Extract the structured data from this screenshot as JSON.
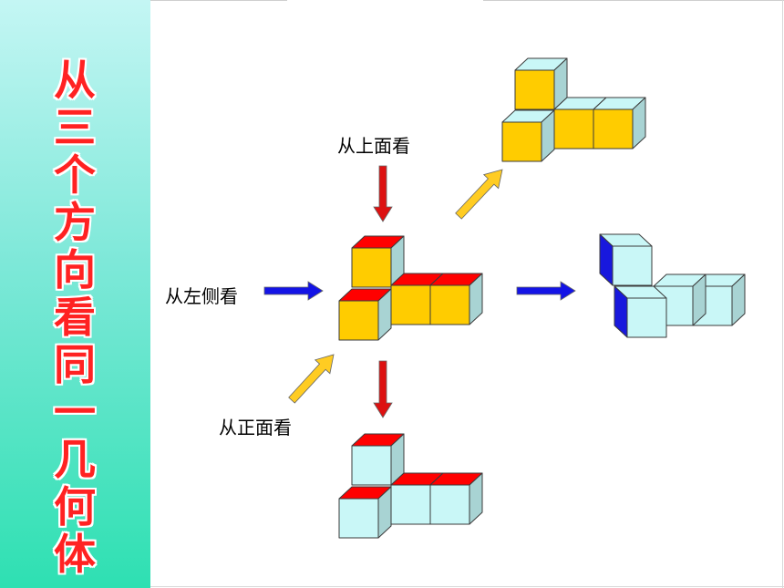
{
  "title": {
    "text": "从三个方向看同一几何体",
    "chars": [
      "从",
      "三",
      "个",
      "方",
      "向",
      "看",
      "同",
      "一",
      "几",
      "何",
      "体"
    ]
  },
  "labels": {
    "top_view": "从上面看",
    "left_view": "从左侧看",
    "front_view": "从正面看"
  },
  "colors": {
    "sidebar_top": "#c4f6f4",
    "sidebar_bottom": "#2ee0b2",
    "title_red": "#ff2222",
    "cube_yellow": "#ffcc00",
    "cube_light": "#c9f7f7",
    "cube_side": "#a8d3d3",
    "highlight_red": "#ff0000",
    "highlight_blue": "#1818dd",
    "arrow_red": "#dd1111",
    "arrow_blue": "#1414e6",
    "arrow_yellow": "#ffcc22"
  }
}
